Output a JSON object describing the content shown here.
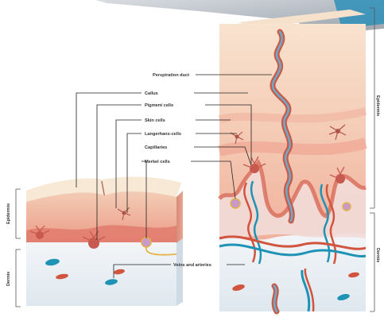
{
  "labels": {
    "perspiration_duct": "Perspiration duct",
    "callus": "Callus",
    "pigment_cells": "Pigment cells",
    "skin_cells": "Skin cells",
    "langerhans_cells": "Langerhans-cells",
    "capillaries": "Capillaries",
    "merkel_cells": "Merkel cells",
    "veins_and_arteries": "Veins and arteries"
  },
  "side_labels": {
    "left_epidermis": "Epidermis",
    "left_dermis": "Dermis",
    "right_epidermis": "Epidermis",
    "right_dermis": "Dermis"
  },
  "colors": {
    "epidermis_outer": "#f6c9b4",
    "epidermis_inner": "#ee9d8a",
    "dermis": "#e7eff5",
    "vessel_blue": "#1e93b5",
    "vessel_red": "#d1543f"
  }
}
